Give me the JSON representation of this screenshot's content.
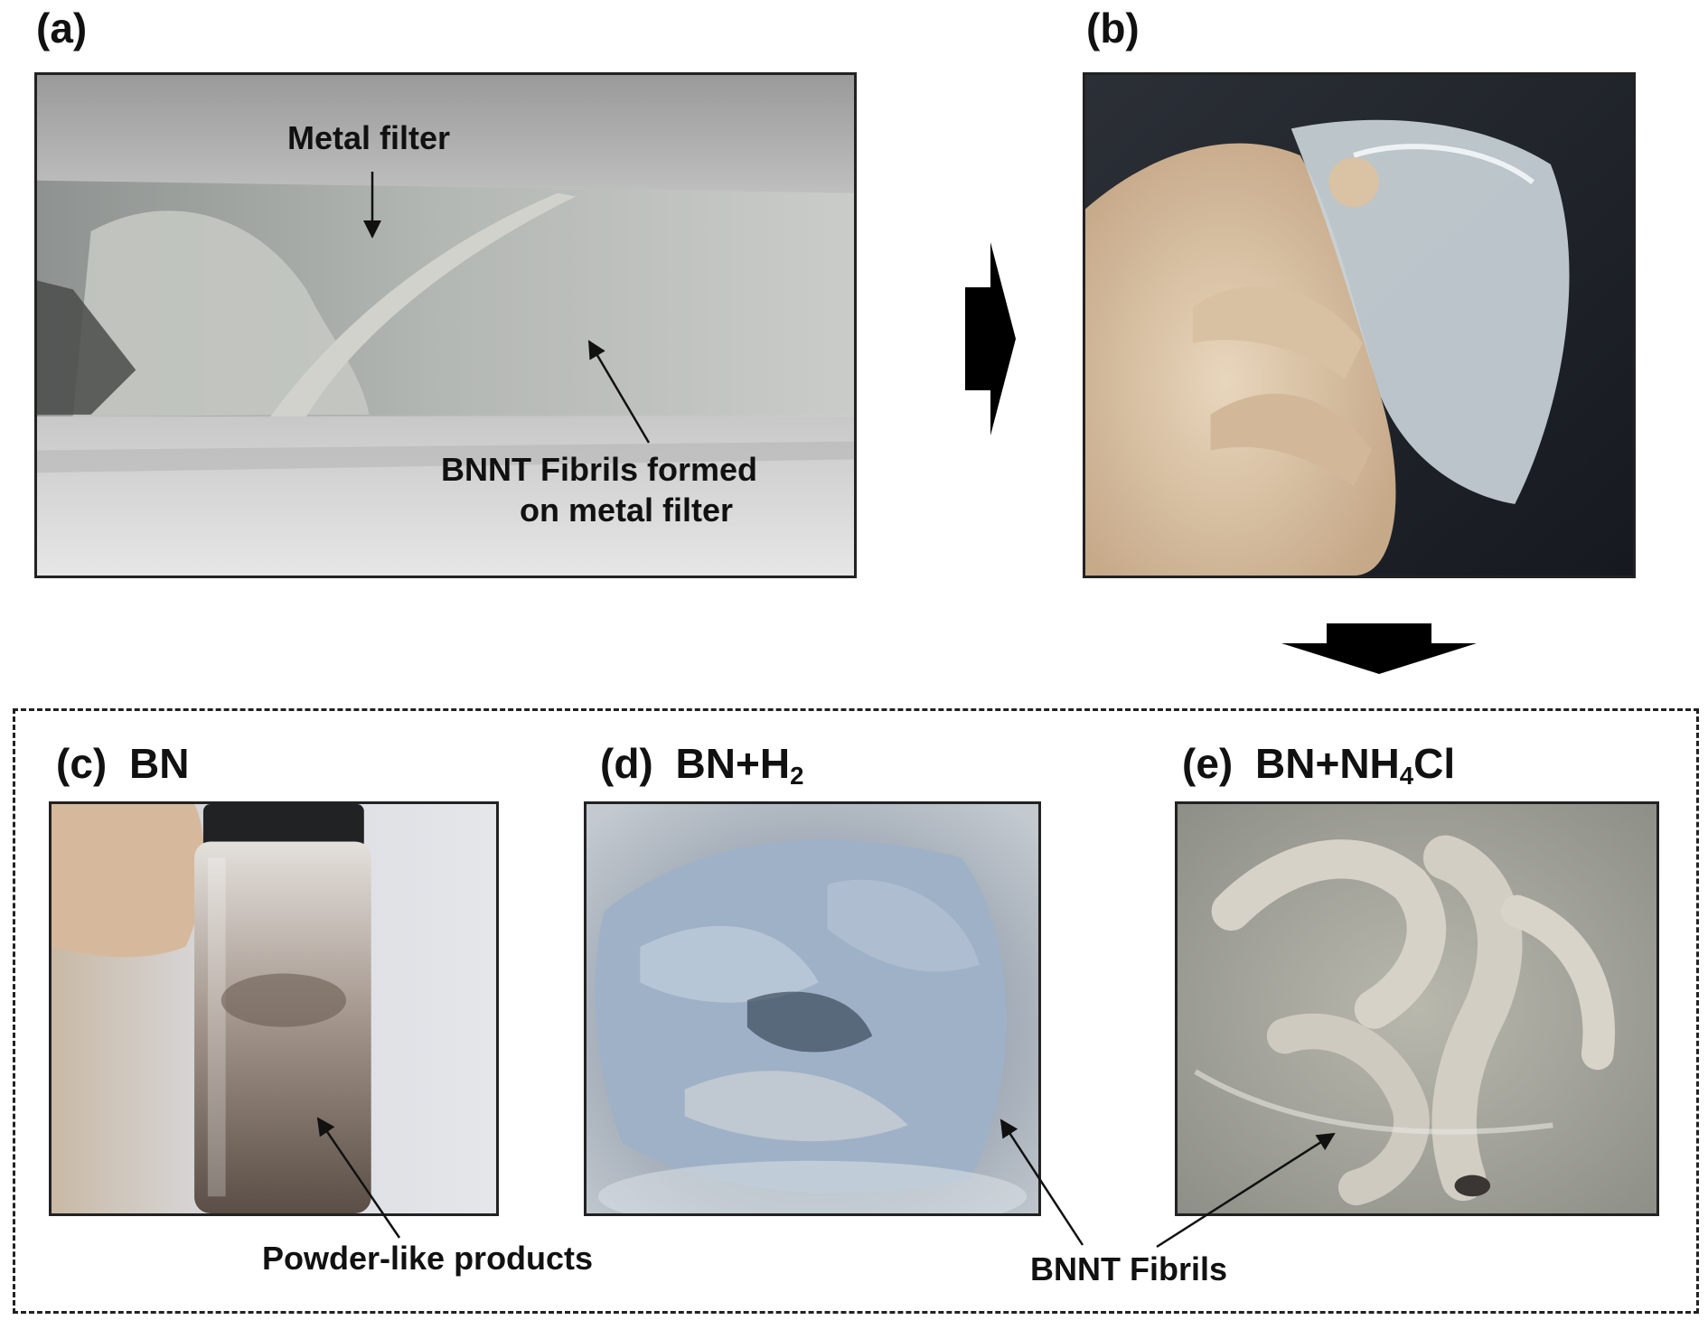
{
  "panels": {
    "a": {
      "label": "(a)",
      "annotations": {
        "metal_filter": "Metal filter",
        "fibrils_line1": "BNNT Fibrils formed",
        "fibrils_line2": "on metal filter"
      }
    },
    "b": {
      "label": "(b)"
    },
    "c": {
      "label": "(c)",
      "title": "BN"
    },
    "d": {
      "label": "(d)",
      "title_main": "BN+H",
      "title_sub": "2"
    },
    "e": {
      "label": "(e)",
      "title_pre": "BN+NH",
      "title_sub": "4",
      "title_post": "Cl"
    }
  },
  "bottom_annotations": {
    "powder": "Powder-like products",
    "fibrils": "BNNT Fibrils"
  }
}
